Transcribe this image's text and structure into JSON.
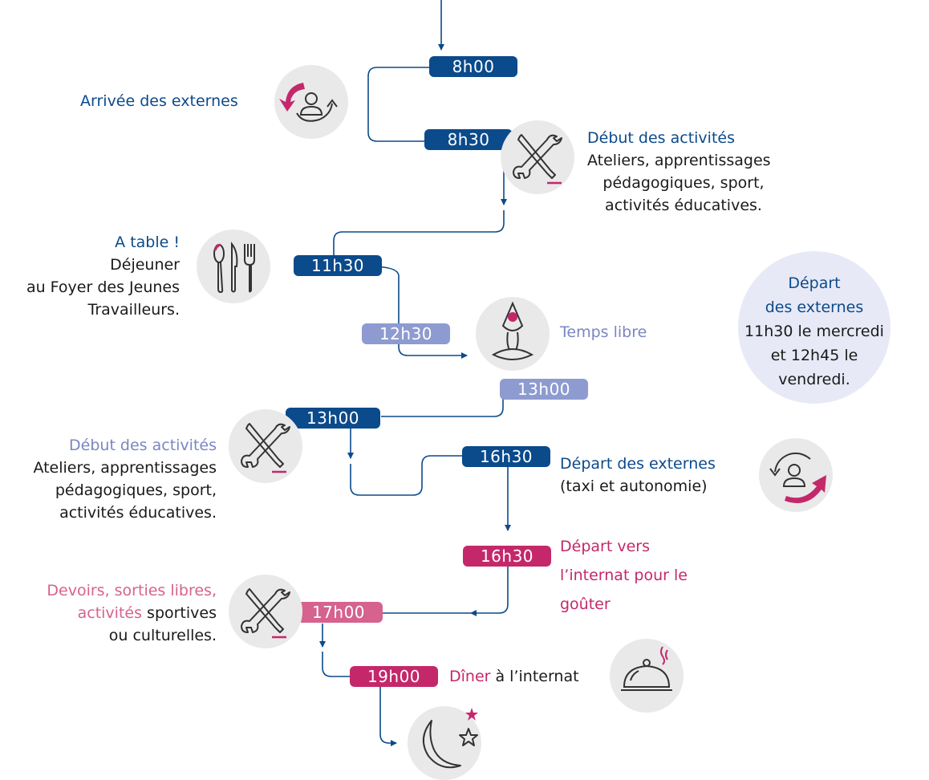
{
  "times": {
    "t0800": "8h00",
    "t0830": "8h30",
    "t1130": "11h30",
    "t1230": "12h30",
    "t1300a": "13h00",
    "t1300b": "13h00",
    "t1630a": "16h30",
    "t1630b": "16h30",
    "t1700": "17h00",
    "t1900": "19h00"
  },
  "events": {
    "arrivee": "Arrivée des externes",
    "debut1_title": "Début des activités",
    "debut1_l1": "Ateliers, apprentissages",
    "debut1_l2": "pédagogiques, sport,",
    "debut1_l3": "activités éducatives.",
    "table_title": "A table !",
    "table_l1": "Déjeuner",
    "table_l2": "au Foyer des Jeunes",
    "table_l3": "Travailleurs.",
    "temps_libre": "Temps libre",
    "debut2_title": "Début des activités",
    "debut2_l1": "Ateliers, apprentissages",
    "debut2_l2": "pédagogiques, sport,",
    "debut2_l3": "activités éducatives.",
    "depart_ext": "Départ des externes",
    "depart_ext_sub": "(taxi et autonomie)",
    "depart_vers_l1": "Départ vers",
    "depart_vers_l2": "l’internat pour le",
    "depart_vers_l3": "goûter",
    "devoirs_l1": "Devoirs, sorties libres,",
    "devoirs_l2a": "activités",
    "devoirs_l2b": " sportives",
    "devoirs_l3": "ou culturelles.",
    "diner_a": "Dîner",
    "diner_b": " à l’internat"
  },
  "bubble": {
    "l1": "Départ",
    "l2": "des externes",
    "l3": "11h30 le mercredi",
    "l4": "et 12h45 le",
    "l5": "vendredi."
  },
  "colors": {
    "navy": "#0b4a8b",
    "lavender": "#8e9bd0",
    "pink": "#c4286a",
    "rose": "#d6628e",
    "icon_bg": "#e9e9ea"
  },
  "icons": [
    "person-arrival-icon",
    "tools-icon",
    "cutlery-icon",
    "yoga-icon",
    "tools-icon",
    "person-departure-icon",
    "tools-icon",
    "cloche-icon",
    "moon-star-icon"
  ]
}
